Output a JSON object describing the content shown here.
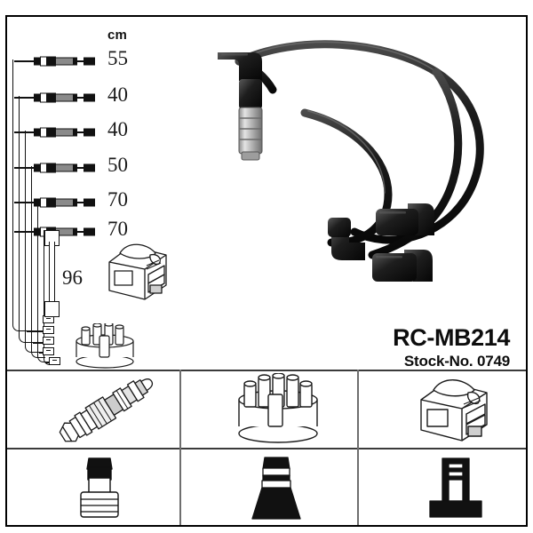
{
  "product": {
    "code": "RC-MB214",
    "stock_label": "Stock-No. 0749"
  },
  "measurements": {
    "unit_header": "cm",
    "lengths": [
      "55",
      "40",
      "40",
      "50",
      "70",
      "70"
    ],
    "coil_lead_length": "96"
  },
  "legend_cells": [
    {
      "name": "spark-plug",
      "caption": ""
    },
    {
      "name": "distributor-cap",
      "caption": ""
    },
    {
      "name": "ignition-coil",
      "caption": ""
    },
    {
      "name": "spark-plug-boot",
      "caption": ""
    },
    {
      "name": "distributor-terminal-boot",
      "caption": ""
    },
    {
      "name": "coil-terminal",
      "caption": ""
    }
  ],
  "colors": {
    "ink": "#111111",
    "frame": "#000000",
    "grid_line": "#6e6e6e",
    "cable_black": "#1c1c1c",
    "metal_sleeve": "#b9b9b9",
    "background": "#ffffff"
  }
}
